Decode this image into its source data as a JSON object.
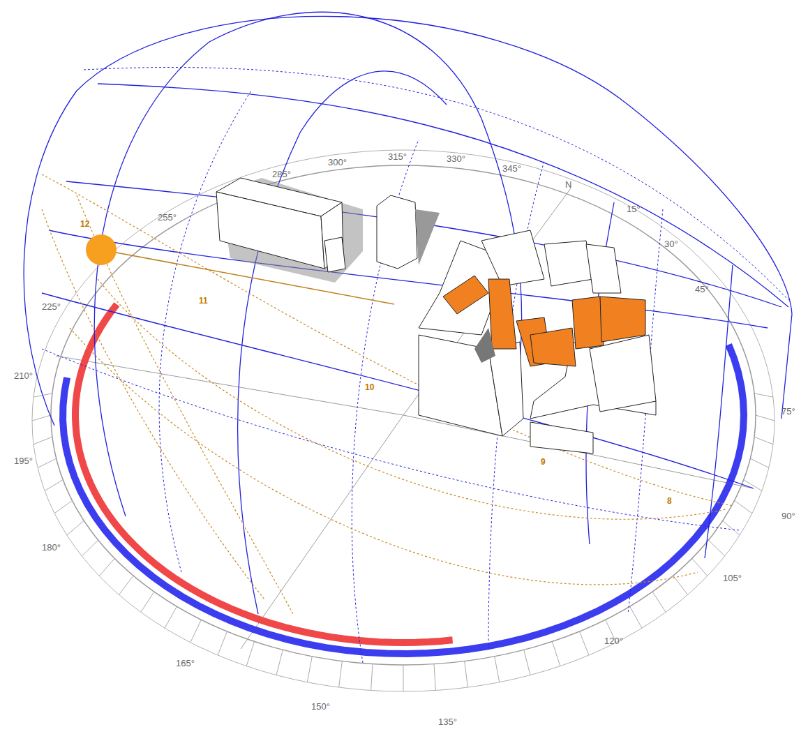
{
  "diagram": {
    "labels": [
      "285°",
      "300°",
      "315°",
      "330°",
      "345°",
      "N",
      "15°",
      "30°",
      "45°",
      "75°",
      "90°",
      "105°",
      "120°",
      "135°",
      "150°",
      "165°",
      "180°",
      "195°",
      "210°",
      "225°",
      "255°",
      "12",
      "11",
      "10",
      "9",
      "8"
    ]
  }
}
